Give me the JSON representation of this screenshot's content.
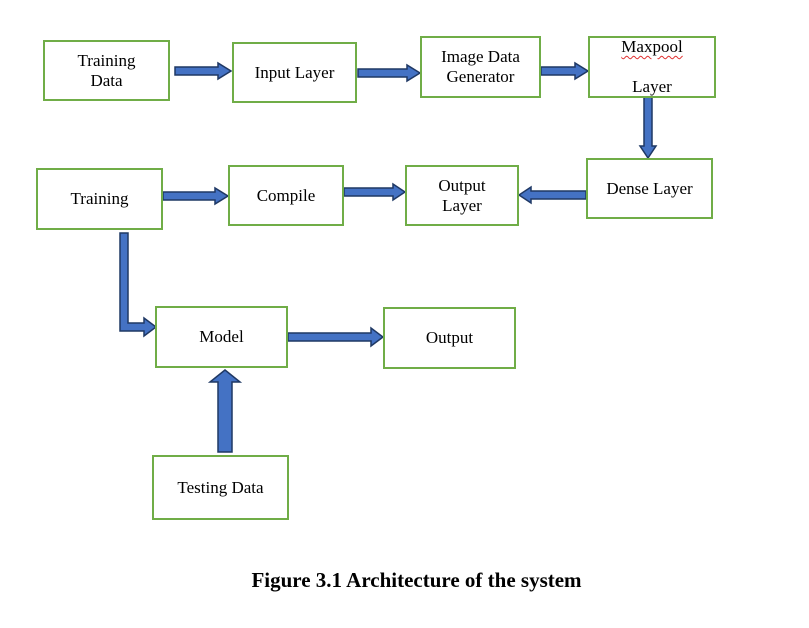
{
  "colors": {
    "box_border": "#70ad47",
    "arrow_fill": "#4472c4",
    "arrow_stroke": "#1f3864",
    "spellcheck_underline": "#e03030"
  },
  "nodes": {
    "training_data": "Training\nData",
    "input_layer": "Input Layer",
    "image_data_generator": "Image Data\nGenerator",
    "maxpool_layer_word": "Maxpool",
    "maxpool_layer_line2": "Layer",
    "dense_layer": "Dense Layer",
    "output_layer": "Output\nLayer",
    "compile": "Compile",
    "training": "Training",
    "model": "Model",
    "output": "Output",
    "testing_data": "Testing Data"
  },
  "edges": [
    {
      "from": "training_data",
      "to": "input_layer"
    },
    {
      "from": "input_layer",
      "to": "image_data_generator"
    },
    {
      "from": "image_data_generator",
      "to": "maxpool_layer"
    },
    {
      "from": "maxpool_layer",
      "to": "dense_layer"
    },
    {
      "from": "dense_layer",
      "to": "output_layer"
    },
    {
      "from": "training",
      "to": "compile"
    },
    {
      "from": "compile",
      "to": "output_layer"
    },
    {
      "from": "training",
      "to": "model"
    },
    {
      "from": "model",
      "to": "output"
    },
    {
      "from": "testing_data",
      "to": "model"
    }
  ],
  "caption": "Figure 3.1 Architecture of the system"
}
